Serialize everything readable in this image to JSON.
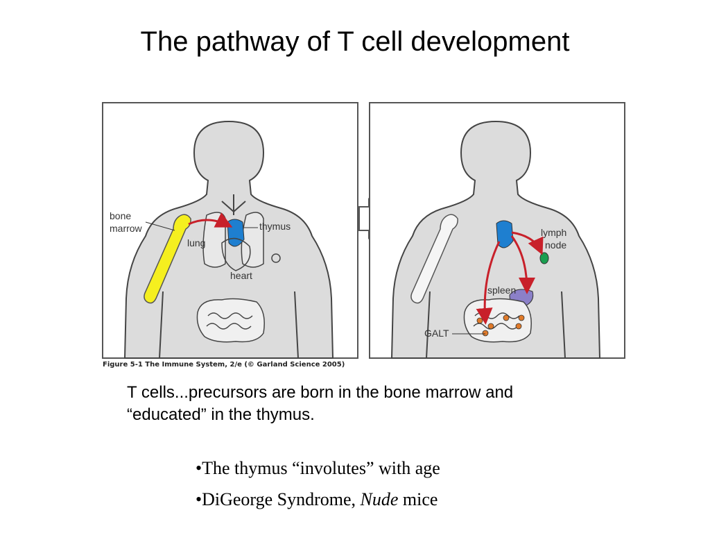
{
  "title": "The pathway of T cell development",
  "figure": {
    "left_labels": {
      "bone_marrow_1": "bone",
      "bone_marrow_2": "marrow",
      "lung": "lung",
      "thymus": "thymus",
      "heart": "heart"
    },
    "right_labels": {
      "lymph_node_1": "lymph",
      "lymph_node_2": "node",
      "spleen": "spleen",
      "galt": "GALT"
    },
    "caption": "Figure 5-1  The Immune System, 2/e (© Garland Science 2005)",
    "colors": {
      "body_fill": "#dcdcdc",
      "bone_marrow": "#f5ef1f",
      "thymus": "#1e7fd0",
      "lymph_node": "#1a9e50",
      "spleen": "#8b80c8",
      "galt": "#e07a2a",
      "arrow": "#c8202a"
    }
  },
  "body_text": {
    "line1": "T cells...precursors are born in the bone marrow and",
    "line2": "“educated” in the thymus."
  },
  "bullets": [
    {
      "prefix": "•The thymus “involutes” with age",
      "italic": "",
      "suffix": ""
    },
    {
      "prefix": "•DiGeorge Syndrome, ",
      "italic": "Nude",
      "suffix": " mice"
    }
  ]
}
